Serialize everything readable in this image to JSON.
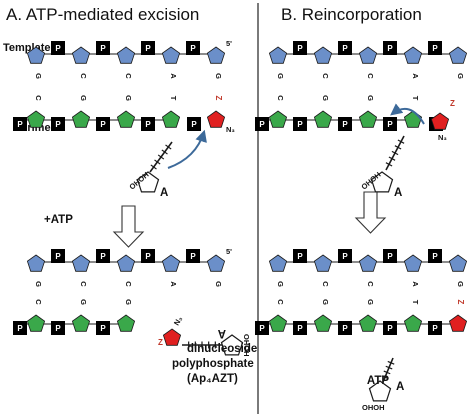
{
  "titles": {
    "panel_a": "A. ATP-mediated excision",
    "panel_b": "B. Reincorporation"
  },
  "labels": {
    "template": "Template",
    "primer": "Primer",
    "five_prime": "5'",
    "plus_atp": "+ATP",
    "product_line1": "dinucleoside",
    "product_line2": "polyphosphate",
    "product_line3": "(Ap₄AZT)",
    "atp": "ATP",
    "phosphate": "P",
    "n3": "N₃",
    "oh_oh": "OHOH"
  },
  "bases": {
    "template_row": [
      "G",
      "C",
      "C",
      "A",
      "G"
    ],
    "primer_row": [
      "C",
      "G",
      "G",
      "T",
      "Z"
    ],
    "adenine": "A"
  },
  "colors": {
    "template_sugar": "#6b8fc9",
    "primer_sugar": "#3aa84a",
    "azt_sugar": "#e02020",
    "phosphate": "#000000",
    "arrow_curve": "#3d6a9a"
  }
}
